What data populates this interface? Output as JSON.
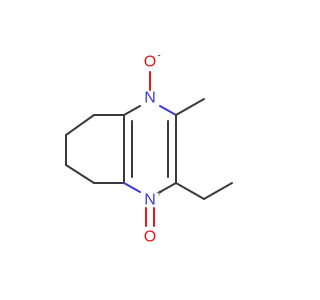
{
  "molecule": {
    "atoms": {
      "n1": {
        "symbol": "N",
        "charge": ""
      },
      "o1": {
        "symbol": "O",
        "charge": "-"
      },
      "n4": {
        "symbol": "N",
        "charge": "+"
      },
      "o4": {
        "symbol": "O",
        "charge": ""
      }
    },
    "colors": {
      "carbon_bond": "#3a3a3a",
      "nitrogen": "#3b3bd6",
      "oxygen": "#e81818"
    }
  }
}
